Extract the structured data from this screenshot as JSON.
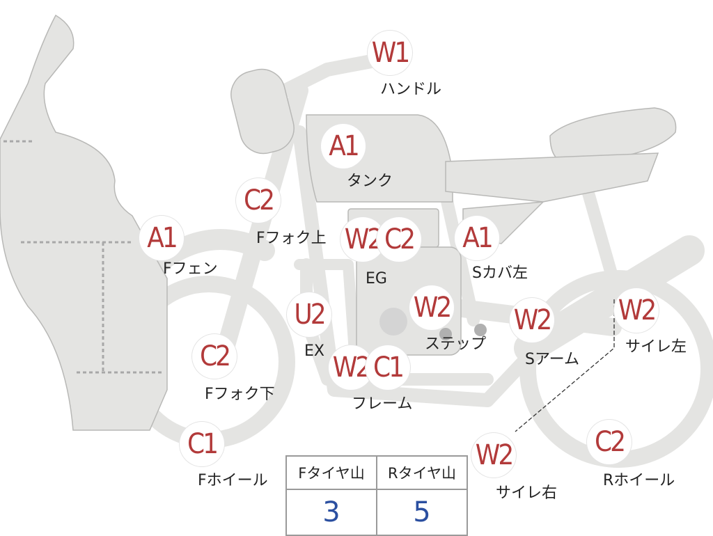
{
  "colors": {
    "body_fill": "#e4e4e2",
    "marker_text": "#b23a3a",
    "value_text": "#2b4fa0",
    "label_text": "#222222"
  },
  "parts": [
    {
      "id": "handle",
      "code": "W1",
      "label": "ハンドル"
    },
    {
      "id": "tank",
      "code": "A1",
      "label": "タンク"
    },
    {
      "id": "f-fork-upper",
      "code": "C2",
      "label": "Fフォク上"
    },
    {
      "id": "f-fender",
      "code": "A1",
      "label": "Fフェン"
    },
    {
      "id": "eg-w2",
      "code": "W2",
      "label": ""
    },
    {
      "id": "eg-c2",
      "code": "C2",
      "label": "EG"
    },
    {
      "id": "s-cover-left",
      "code": "A1",
      "label": "Sカバ左"
    },
    {
      "id": "ex",
      "code": "U2",
      "label": "EX"
    },
    {
      "id": "step",
      "code": "W2",
      "label": "ステップ"
    },
    {
      "id": "s-arm",
      "code": "W2",
      "label": "Sアーム"
    },
    {
      "id": "muffler-left",
      "code": "W2",
      "label": "サイレ左"
    },
    {
      "id": "f-fork-lower",
      "code": "C2",
      "label": "Fフォク下"
    },
    {
      "id": "frame-w2",
      "code": "W2",
      "label": ""
    },
    {
      "id": "frame-c1",
      "code": "C1",
      "label": "フレーム"
    },
    {
      "id": "f-wheel",
      "code": "C1",
      "label": "Fホイール"
    },
    {
      "id": "muffler-right",
      "code": "W2",
      "label": "サイレ右"
    },
    {
      "id": "r-wheel",
      "code": "C2",
      "label": "Rホイール"
    }
  ],
  "tire_table": {
    "headers": [
      "Fタイヤ山",
      "Rタイヤ山"
    ],
    "values": [
      "3",
      "5"
    ]
  }
}
